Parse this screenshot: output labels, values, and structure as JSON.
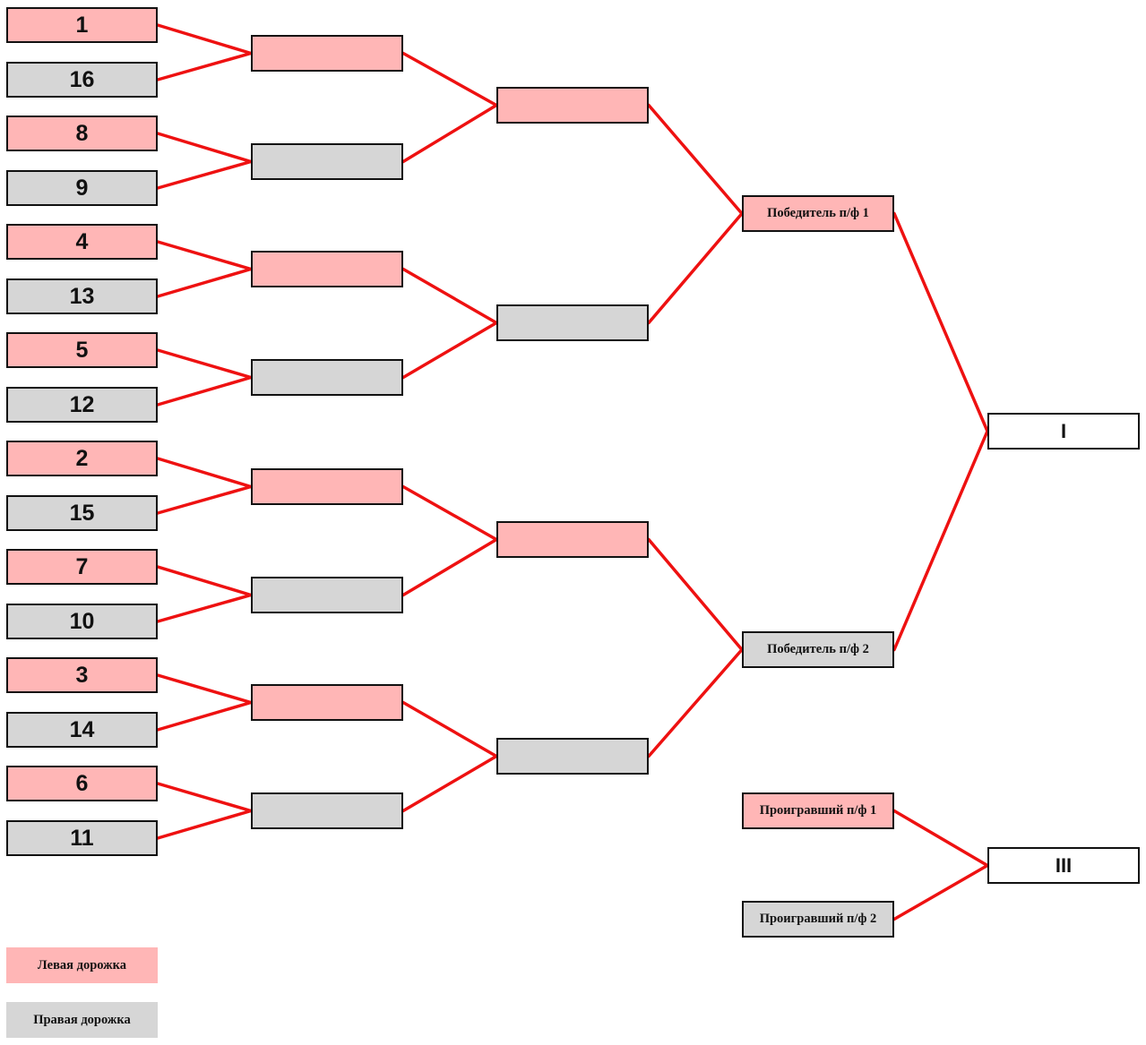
{
  "colors": {
    "left_lane": "#ffb6b6",
    "right_lane": "#d6d6d6",
    "connector": "#ee1111",
    "border": "#111111"
  },
  "round1": {
    "seeds": [
      "1",
      "16",
      "8",
      "9",
      "4",
      "13",
      "5",
      "12",
      "2",
      "15",
      "7",
      "10",
      "3",
      "14",
      "6",
      "11"
    ]
  },
  "round2": {
    "slots": [
      "",
      "",
      "",
      "",
      "",
      "",
      "",
      ""
    ]
  },
  "quarterfinal": {
    "slots": [
      "",
      "",
      "",
      ""
    ]
  },
  "semifinal": {
    "winner_1": "Победитель п/ф 1",
    "winner_2": "Победитель п/ф 2",
    "loser_1": "Проигравший п/ф 1",
    "loser_2": "Проигравший п/ф 2"
  },
  "final": {
    "first_place": "I",
    "third_place": "III"
  },
  "legend": {
    "left_lane": "Левая дорожка",
    "right_lane": "Правая дорожка"
  }
}
